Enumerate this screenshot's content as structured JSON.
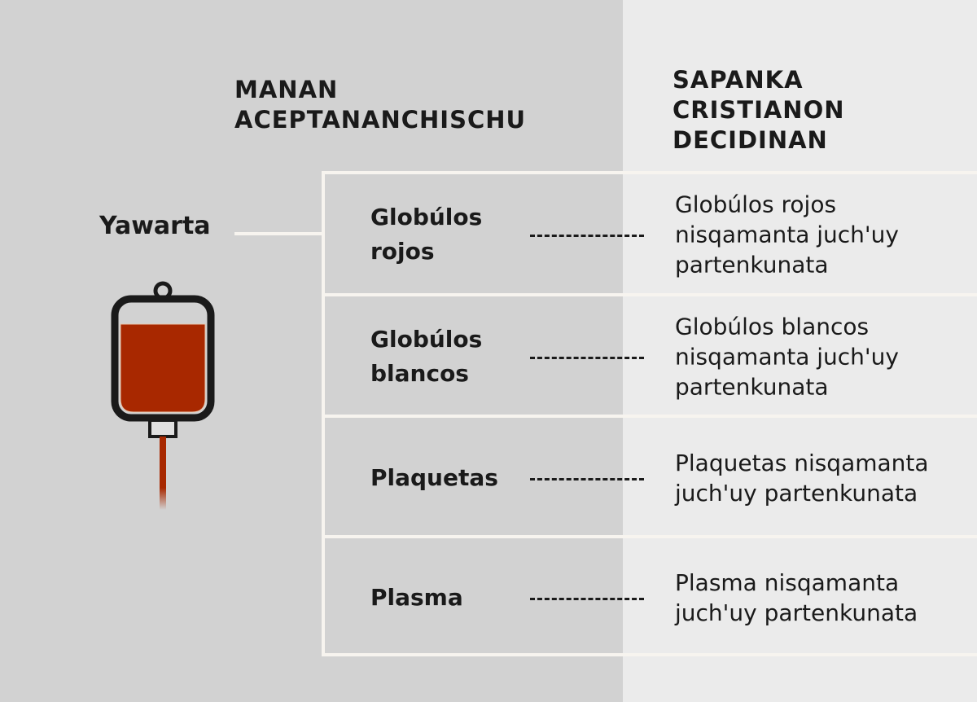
{
  "headers": {
    "left": "MANAN ACEPTANANCHISCHU",
    "right": "SAPANKA CRISTIANON DECIDINAN"
  },
  "source_label": "Yawarta",
  "colors": {
    "blood": "#a82800",
    "left_bg": "#d2d2d2",
    "right_bg": "#ebebeb"
  },
  "rows": [
    {
      "component": "Globúlos rojos",
      "fraction": "Globúlos rojos nisqamanta juch'uy partenkunata"
    },
    {
      "component": "Globúlos blancos",
      "fraction": "Globúlos blancos nisqamanta juch'uy partenkunata"
    },
    {
      "component": "Plaquetas",
      "fraction": "Plaquetas nisqamanta juch'uy partenkunata"
    },
    {
      "component": "Plasma",
      "fraction": "Plasma nisqamanta juch'uy partenkunata"
    }
  ]
}
